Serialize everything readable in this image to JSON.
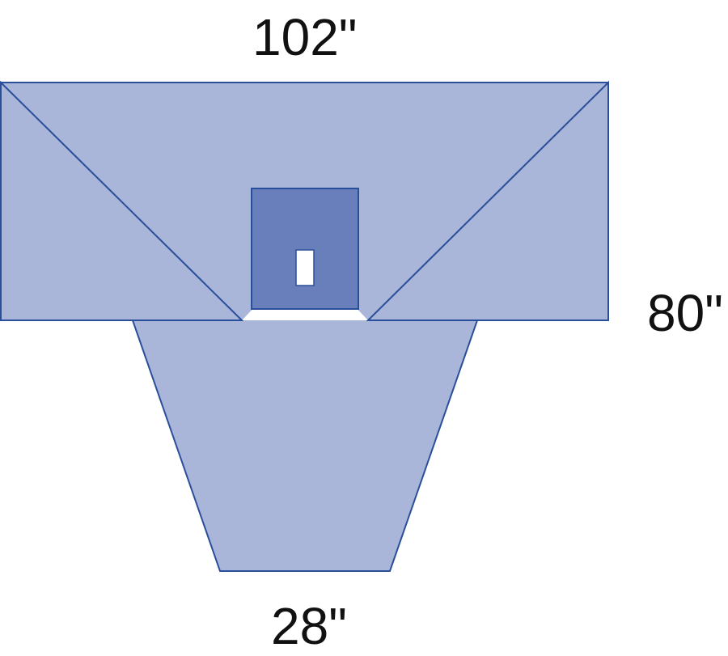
{
  "dimensions": {
    "top_width": "102\"",
    "side_height": "80\"",
    "bottom_width": "28\""
  },
  "colors": {
    "drape_fill": "#a9b5d9",
    "drape_outline": "#2a4f9a",
    "fenestration_panel": "#687fbb",
    "opening": "#ffffff",
    "label_text": "#111111"
  }
}
